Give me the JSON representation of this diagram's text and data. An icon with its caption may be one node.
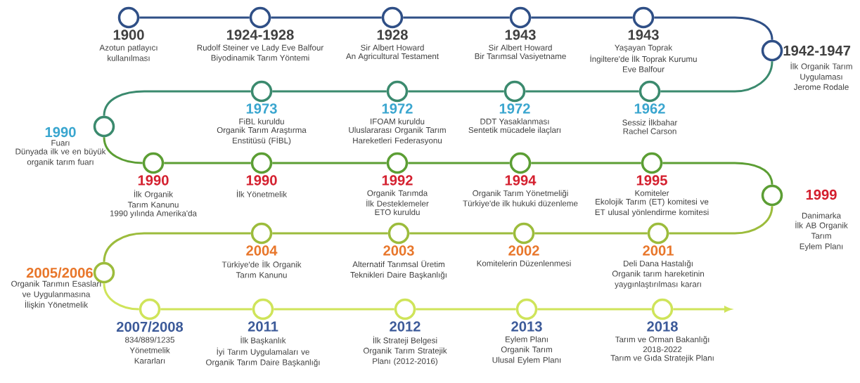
{
  "diagram": {
    "nodes": [
      {
        "text": [],
        "shape": "circle",
        "beside": [
          "1900",
          "Azotun patlayıcı kullanılması"
        ]
      },
      {
        "text": [],
        "shape": "circle",
        "beside": [
          "1924-1928",
          "Rudolf Steiner ve Lady Eve Balfour",
          "Biyodinamik Tarım Yöntemi"
        ]
      },
      {
        "text": [],
        "shape": "circle",
        "beside": [
          "1928",
          "Sir Albert Howard",
          "An Agricultural Testament"
        ]
      },
      {
        "text": [],
        "shape": "circle",
        "beside": [
          "1943",
          "Sir Albert Howard",
          "Bir Tarımsal Vasiyetname"
        ]
      },
      {
        "text": [],
        "shape": "circle",
        "beside": [
          "1943",
          "Yaşayan Toprak",
          "İngiltere'de İlk Toprak Kurumu",
          "Eve Balfour"
        ]
      },
      {
        "text": [],
        "shape": "circle",
        "beside": [
          "1942-1947",
          "İlk Organik Tarım Uygulaması",
          "Jerome Rodale"
        ]
      },
      {
        "text": [],
        "shape": "circle",
        "beside": [
          "1962",
          "Sessiz İlkbahar",
          "Rachel Carson"
        ]
      },
      {
        "text": [],
        "shape": "circle",
        "beside": [
          "1972",
          "DDT Yasaklanması",
          "Sentetik mücadele ilaçları"
        ]
      },
      {
        "text": [],
        "shape": "circle",
        "beside": [
          "1972",
          "IFOAM kuruldu",
          "Uluslararası Organik Tarım Hareketleri Federasyonu"
        ]
      },
      {
        "text": [],
        "shape": "circle",
        "beside": [
          "1973",
          "FiBL kuruldu",
          "Organik Tarım Araştırma Enstitüsü (FİBL)"
        ]
      },
      {
        "text": [],
        "shape": "circle",
        "beside": [
          "1990",
          "Fuarı",
          "Dünyada ilk ve en büyük organik tarım fuarı"
        ]
      },
      {
        "text": [],
        "shape": "circle",
        "beside": [
          "1990",
          "İlk Organik Tarım Kanunu",
          "1990 yılında Amerika'da"
        ]
      },
      {
        "text": [],
        "shape": "circle",
        "beside": [
          "1990",
          "İlk Yönetmelik"
        ]
      },
      {
        "text": [],
        "shape": "circle",
        "beside": [
          "1992",
          "Organik Tarımda İlk Desteklemeler",
          "ETO kuruldu"
        ]
      },
      {
        "text": [],
        "shape": "circle",
        "beside": [
          "1994",
          "Organik Tarım Yönetmeliği",
          "Türkiye'de ilk hukuki düzenleme"
        ]
      },
      {
        "text": [],
        "shape": "circle",
        "beside": [
          "1995",
          "Komiteler",
          "Ekolojik Tarım (ET) komitesi ve ET ulusal yönlendirme komitesi"
        ]
      },
      {
        "text": [],
        "shape": "circle",
        "beside": [
          "1999",
          "Danimarka",
          "İlk AB Organik Tarım Eylem Planı"
        ]
      },
      {
        "text": [],
        "shape": "circle",
        "beside": [
          "2001",
          "Deli Dana Hastalığı",
          "Organik tarım hareketinin yaygınlaştırılması kararı"
        ]
      },
      {
        "text": [],
        "shape": "circle",
        "beside": [
          "2002",
          "Komitelerin Düzenlenmesi"
        ]
      },
      {
        "text": [],
        "shape": "circle",
        "beside": [
          "2003",
          "Alternatif Tarımsal Üretim Teknikleri Daire Başkanlığı"
        ]
      },
      {
        "text": [],
        "shape": "circle",
        "beside": [
          "2004",
          "Türkiye'de İlk Organik Tarım Kanunu"
        ]
      },
      {
        "text": [],
        "shape": "circle",
        "beside": [
          "2005/2006",
          "Organik Tarımın Esasları ve Uygulanmasına İlişkin Yönetmelik"
        ]
      },
      {
        "text": [],
        "shape": "circle",
        "beside": [
          "2007/2008",
          "834/889/1235 Yönetmelik Kararları"
        ]
      },
      {
        "text": [],
        "shape": "circle",
        "beside": [
          "2011",
          "İlk Başkanlık",
          "İyi Tarım Uygulamaları ve Organik Tarım Daire Başkanlığı"
        ]
      },
      {
        "text": [],
        "shape": "circle",
        "beside": [
          "2012",
          "İlk Strateji Belgesi",
          "Organik Tarım Stratejik Planı (2012-2016)"
        ]
      },
      {
        "text": [],
        "shape": "circle",
        "beside": [
          "2013",
          "Eylem Planı",
          "Organik Tarım Ulusal Eylem Planı"
        ]
      },
      {
        "text": [],
        "shape": "circle",
        "beside": [
          "2018",
          "Tarım ve Orman Bakanlığı",
          "2018-2022",
          "Tarım ve Gıda Stratejik Planı"
        ]
      }
    ],
    "edges": [
      {
        "from": 0,
        "to": 1,
        "arrow": "none",
        "color": "#2f4f86"
      },
      {
        "from": 1,
        "to": 2,
        "arrow": "none",
        "color": "#2f4f86"
      },
      {
        "from": 2,
        "to": 3,
        "arrow": "none",
        "color": "#2f4f86"
      },
      {
        "from": 3,
        "to": 4,
        "arrow": "none",
        "color": "#2f4f86"
      },
      {
        "from": 4,
        "to": 5,
        "arrow": "none",
        "color": "#2f4f86"
      },
      {
        "from": 5,
        "to": 6,
        "arrow": "none",
        "color": "#3b8a6e"
      },
      {
        "from": 6,
        "to": 7,
        "arrow": "none",
        "color": "#3b8a6e"
      },
      {
        "from": 7,
        "to": 8,
        "arrow": "none",
        "color": "#3b8a6e"
      },
      {
        "from": 8,
        "to": 9,
        "arrow": "none",
        "color": "#3b8a6e"
      },
      {
        "from": 9,
        "to": 10,
        "arrow": "none",
        "color": "#3b8a6e"
      },
      {
        "from": 10,
        "to": 11,
        "arrow": "none",
        "color": "#5c9e34"
      },
      {
        "from": 11,
        "to": 12,
        "arrow": "none",
        "color": "#5c9e34"
      },
      {
        "from": 12,
        "to": 13,
        "arrow": "none",
        "color": "#5c9e34"
      },
      {
        "from": 13,
        "to": 14,
        "arrow": "none",
        "color": "#5c9e34"
      },
      {
        "from": 14,
        "to": 15,
        "arrow": "none",
        "color": "#5c9e34"
      },
      {
        "from": 15,
        "to": 16,
        "arrow": "none",
        "color": "#5c9e34"
      },
      {
        "from": 16,
        "to": 17,
        "arrow": "none",
        "color": "#9cbc3c"
      },
      {
        "from": 17,
        "to": 18,
        "arrow": "none",
        "color": "#9cbc3c"
      },
      {
        "from": 18,
        "to": 19,
        "arrow": "none",
        "color": "#9cbc3c"
      },
      {
        "from": 19,
        "to": 20,
        "arrow": "none",
        "color": "#9cbc3c"
      },
      {
        "from": 20,
        "to": 21,
        "arrow": "none",
        "color": "#9cbc3c"
      },
      {
        "from": 21,
        "to": 22,
        "arrow": "none",
        "color": "#cfe45a"
      },
      {
        "from": 22,
        "to": 23,
        "arrow": "none",
        "color": "#cfe45a"
      },
      {
        "from": 23,
        "to": 24,
        "arrow": "none",
        "color": "#cfe45a"
      },
      {
        "from": 24,
        "to": 25,
        "arrow": "none",
        "color": "#cfe45a"
      },
      {
        "from": 25,
        "to": 26,
        "arrow": "none",
        "color": "#cfe45a"
      },
      {
        "from": 26,
        "to": null,
        "arrow": "to",
        "color": "#cfe45a"
      }
    ]
  }
}
